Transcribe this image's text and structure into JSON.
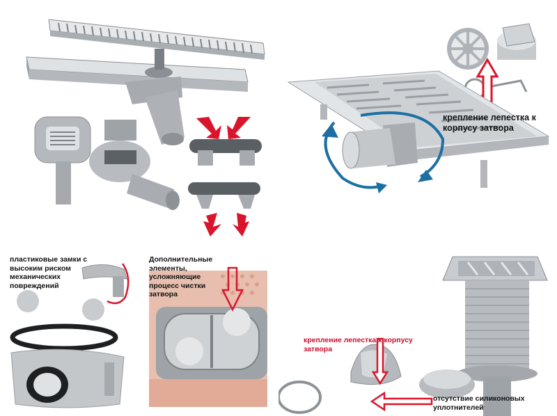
{
  "panels": {
    "bottom_left": {
      "caption": "пластиковые замки с высоким риском механических повреждений"
    },
    "bottom_center": {
      "caption": "Дополнительные элементы, усложняющие процесс чистки затвора"
    },
    "top_right": {
      "caption": "крепление лепестка к корпусу затвора"
    },
    "bottom_right": {
      "caption_top": "крепление лепестка к корпусу затвора",
      "caption_bottom": "отсутствие силиконовых уплотнителей"
    }
  },
  "colors": {
    "red_arrow": "#d9142b",
    "blue_arrow": "#1d6fa3",
    "steel": "#cfd3d6",
    "grey_plastic": "#b9bcbf"
  }
}
